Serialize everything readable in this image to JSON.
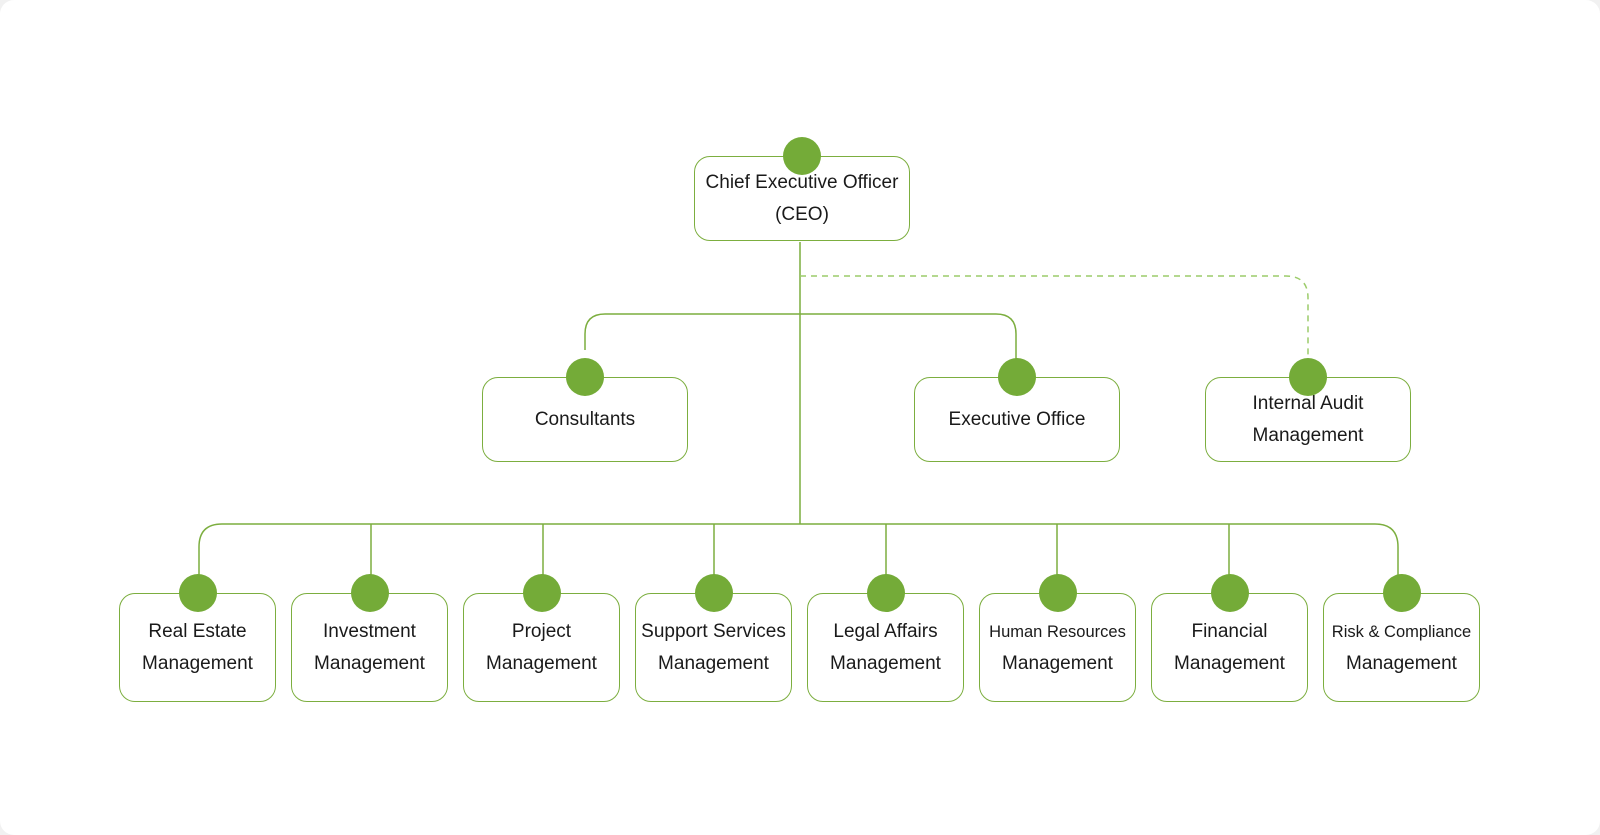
{
  "colors": {
    "accent": "#74ab38",
    "line": "#7cae3f",
    "dashed_line": "#9ccc6a",
    "background": "#ffffff"
  },
  "ceo": {
    "line1": "Chief Executive Officer",
    "line2": "(CEO)"
  },
  "level2": [
    {
      "line1": "Consultants"
    },
    {
      "line1": "Executive Office"
    },
    {
      "line1": "Internal Audit",
      "line2": "Management",
      "relation": "dashed"
    }
  ],
  "departments": [
    {
      "line1": "Real Estate",
      "line2": "Management"
    },
    {
      "line1": "Investment",
      "line2": "Management"
    },
    {
      "line1": "Project",
      "line2": "Management"
    },
    {
      "line1": "Support Services",
      "line2": "Management"
    },
    {
      "line1": "Legal Affairs",
      "line2": "Management"
    },
    {
      "line1": "Human Resources",
      "line2": "Management"
    },
    {
      "line1": "Financial",
      "line2": "Management"
    },
    {
      "line1": "Risk & Compliance",
      "line2": "Management"
    }
  ]
}
